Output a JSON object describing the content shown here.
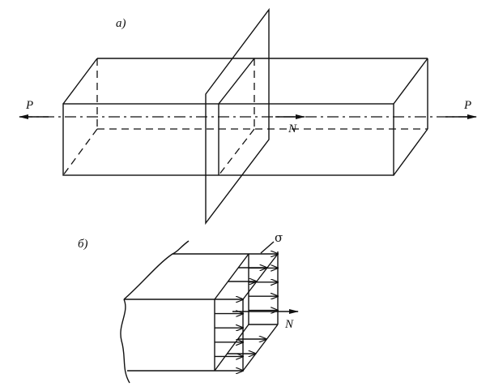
{
  "figure_a": {
    "label": "a)",
    "force_left": "P",
    "force_right": "P",
    "internal_force": "N"
  },
  "figure_b": {
    "label": "б)",
    "stress": "σ",
    "internal_force": "N"
  }
}
